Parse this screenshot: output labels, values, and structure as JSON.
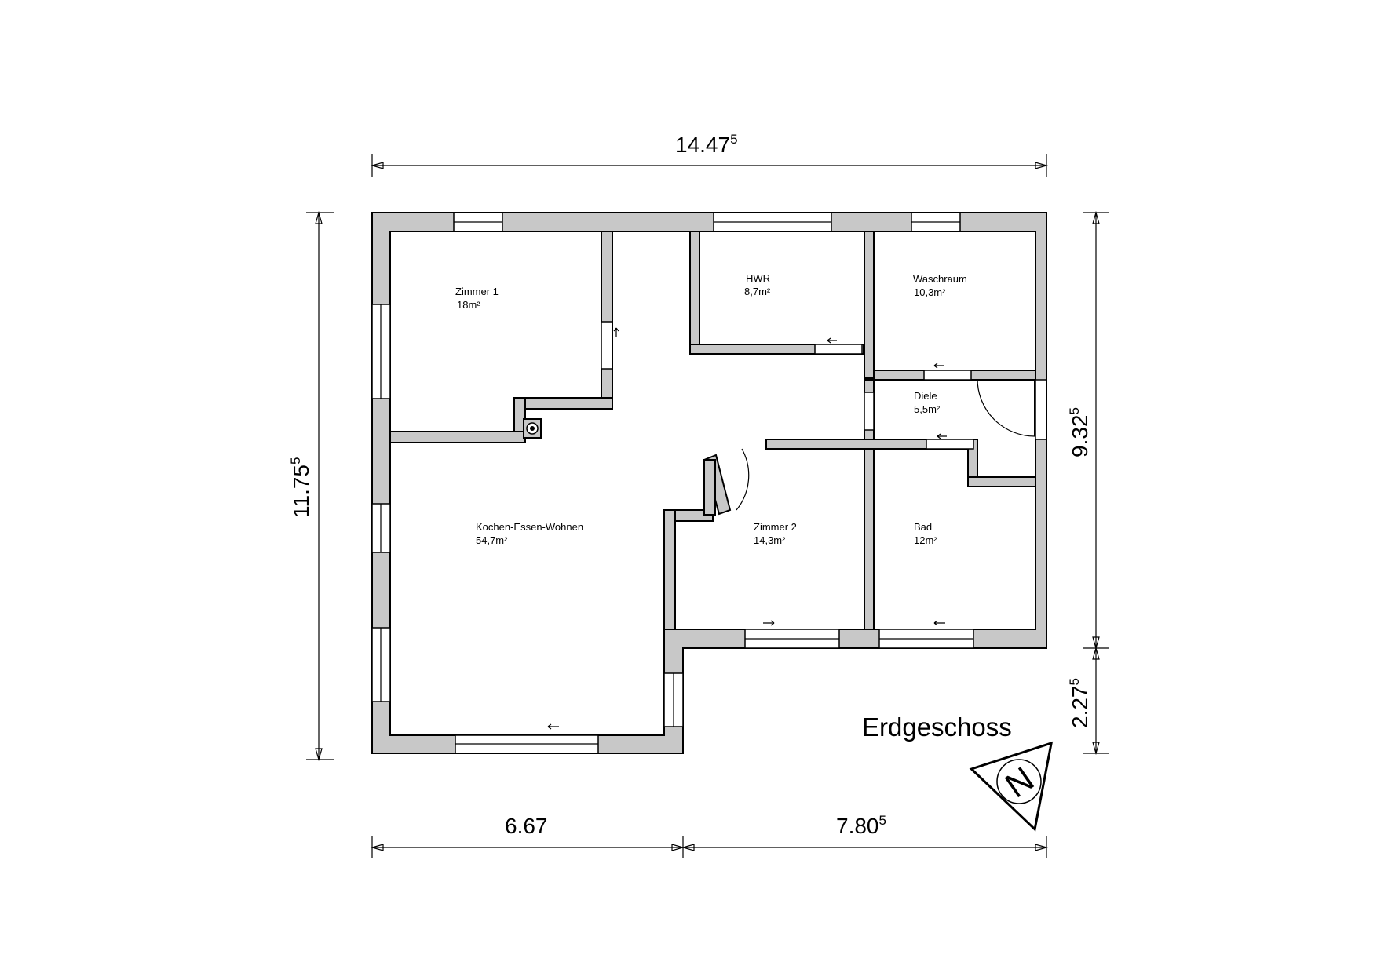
{
  "plan": {
    "title": "Erdgeschoss",
    "compass_label": "N",
    "dimensions": {
      "top_total": {
        "main": "14.47",
        "sup": "5"
      },
      "left_total": {
        "main": "11.75",
        "sup": "5"
      },
      "right_upper": {
        "main": "9.32",
        "sup": "5"
      },
      "right_lower": {
        "main": "2.27",
        "sup": "5"
      },
      "bottom_left": {
        "main": "6.67",
        "sup": ""
      },
      "bottom_right": {
        "main": "7.80",
        "sup": "5"
      }
    },
    "rooms": [
      {
        "name": "Zimmer 1",
        "area": "18m²"
      },
      {
        "name": "HWR",
        "area": "8,7m²"
      },
      {
        "name": "Waschraum",
        "area": "10,3m²"
      },
      {
        "name": "Diele",
        "area": "5,5m²"
      },
      {
        "name": "Kochen-Essen-Wohnen",
        "area": "54,7m²"
      },
      {
        "name": "Zimmer 2",
        "area": "14,3m²"
      },
      {
        "name": "Bad",
        "area": "12m²"
      }
    ]
  }
}
